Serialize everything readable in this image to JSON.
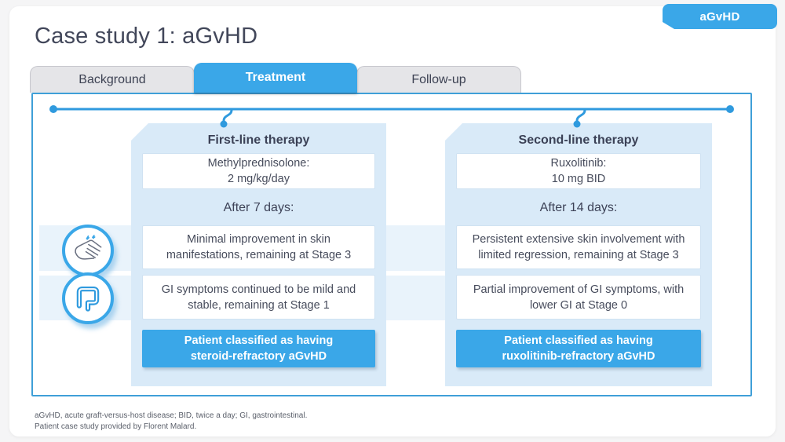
{
  "badge": "aGvHD",
  "title": "Case study 1: aGvHD",
  "tabs": [
    {
      "label": "Background",
      "active": false
    },
    {
      "label": "Treatment",
      "active": true
    },
    {
      "label": "Follow-up",
      "active": false
    }
  ],
  "panels": [
    {
      "header": "First-line therapy",
      "drug_line1": "Methylprednisolone:",
      "drug_line2": "2 mg/kg/day",
      "after_label": "After 7 days:",
      "skin_result": "Minimal improvement in skin manifestations, remaining at Stage 3",
      "gi_result": "GI symptoms continued to be mild and stable, remaining at Stage 1",
      "banner_line1": "Patient classified as having",
      "banner_line2": "steroid-refractory aGvHD"
    },
    {
      "header": "Second-line therapy",
      "drug_line1": "Ruxolitinib:",
      "drug_line2": "10 mg BID",
      "after_label": "After 14 days:",
      "skin_result": "Persistent extensive skin involvement with limited regression, remaining at Stage 3",
      "gi_result": "Partial improvement of GI symptoms, with lower GI at Stage 0",
      "banner_line1": "Patient classified as having",
      "banner_line2": "ruxolitinib-refractory aGvHD"
    }
  ],
  "icons": {
    "skin": "hand-skin-icon",
    "gi": "intestine-icon"
  },
  "footnote_line1": "aGvHD, acute graft-versus-host disease; BID, twice a day; GI, gastrointestinal.",
  "footnote_line2": "Patient case study provided by Florent Malard.",
  "colors": {
    "accent_blue": "#3aa7e8",
    "panel_blue": "#d9eaf8",
    "band_blue": "#e9f3fb",
    "text_dark": "#3d4257",
    "tab_inactive": "#e5e5e8"
  }
}
